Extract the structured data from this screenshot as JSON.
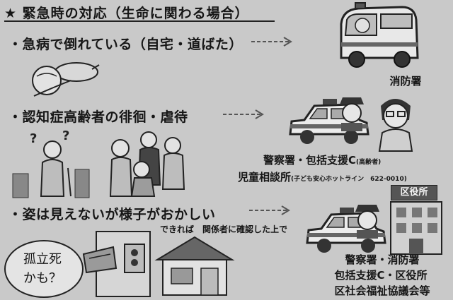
{
  "title": "★ 緊急時の対応（生命に関わる場合）",
  "cases": [
    {
      "text": "・急病で倒れている（自宅・道ばた）"
    },
    {
      "text": "・認知症高齢者の徘徊・虐待"
    },
    {
      "text": "・姿は見えないが様子がおかしい"
    }
  ],
  "responders": {
    "fire": "消防署",
    "police_line1": "警察署・包括支援C",
    "police_line1_note": "(高齢者)",
    "police_line2": "児童相談所",
    "police_line2_note": "(子ども安心ホットライン　622-0010)",
    "multi_line1": "警察署・消防署",
    "multi_line2": "包括支援C・区役所",
    "multi_line3": "区社会福祉協議会等"
  },
  "notes": {
    "confirm": "できれば　関係者に確認した上で",
    "kodokushi_line1": "孤立死",
    "kodokushi_line2": "かも？",
    "ward_office_sign": "区役所"
  }
}
